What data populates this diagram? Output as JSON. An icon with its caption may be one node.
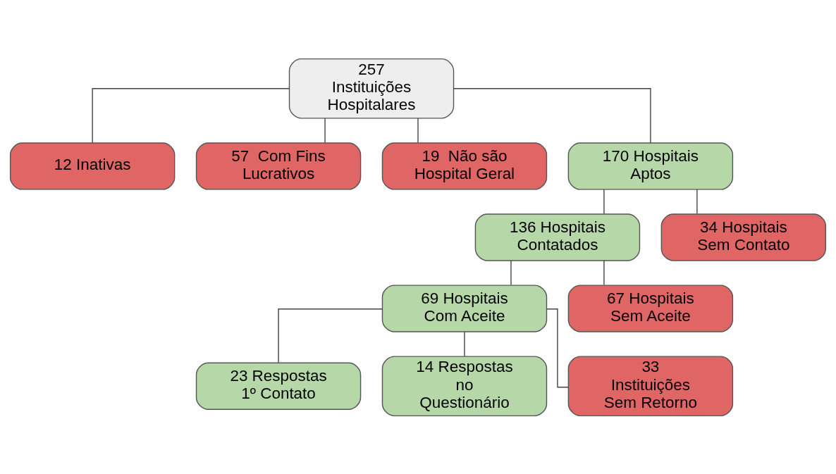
{
  "diagram": {
    "nodes": [
      {
        "text": [
          "257 Instituições Hospitalares"
        ]
      },
      {
        "text": [
          "12 Inativas"
        ]
      },
      {
        "text": [
          "57  Com Fins Lucrativos"
        ]
      },
      {
        "text": [
          "19  Não são Hospital Geral"
        ]
      },
      {
        "text": [
          "170 Hospitais Aptos"
        ]
      },
      {
        "text": [
          "136 Hospitais Contatados"
        ]
      },
      {
        "text": [
          "34 Hospitais Sem Contato"
        ]
      },
      {
        "text": [
          "69 Hospitais Com Aceite"
        ]
      },
      {
        "text": [
          "67 Hospitais Sem Aceite"
        ]
      },
      {
        "text": [
          "23 Respostas 1º Contato"
        ]
      },
      {
        "text": [
          "14 Respostas no Questionário"
        ]
      },
      {
        "text": [
          "33 Instituições Sem Retorno"
        ]
      }
    ],
    "edges": [
      {
        "from": 0,
        "to": 1,
        "arrow": "none"
      },
      {
        "from": 0,
        "to": 2,
        "arrow": "none"
      },
      {
        "from": 0,
        "to": 3,
        "arrow": "none"
      },
      {
        "from": 0,
        "to": 4,
        "arrow": "none"
      },
      {
        "from": 4,
        "to": 5,
        "arrow": "none"
      },
      {
        "from": 4,
        "to": 6,
        "arrow": "none"
      },
      {
        "from": 5,
        "to": 7,
        "arrow": "none"
      },
      {
        "from": 5,
        "to": 8,
        "arrow": "none"
      },
      {
        "from": 7,
        "to": 9,
        "arrow": "none"
      },
      {
        "from": 7,
        "to": 10,
        "arrow": "none"
      },
      {
        "from": 7,
        "to": 11,
        "arrow": "none"
      }
    ]
  }
}
